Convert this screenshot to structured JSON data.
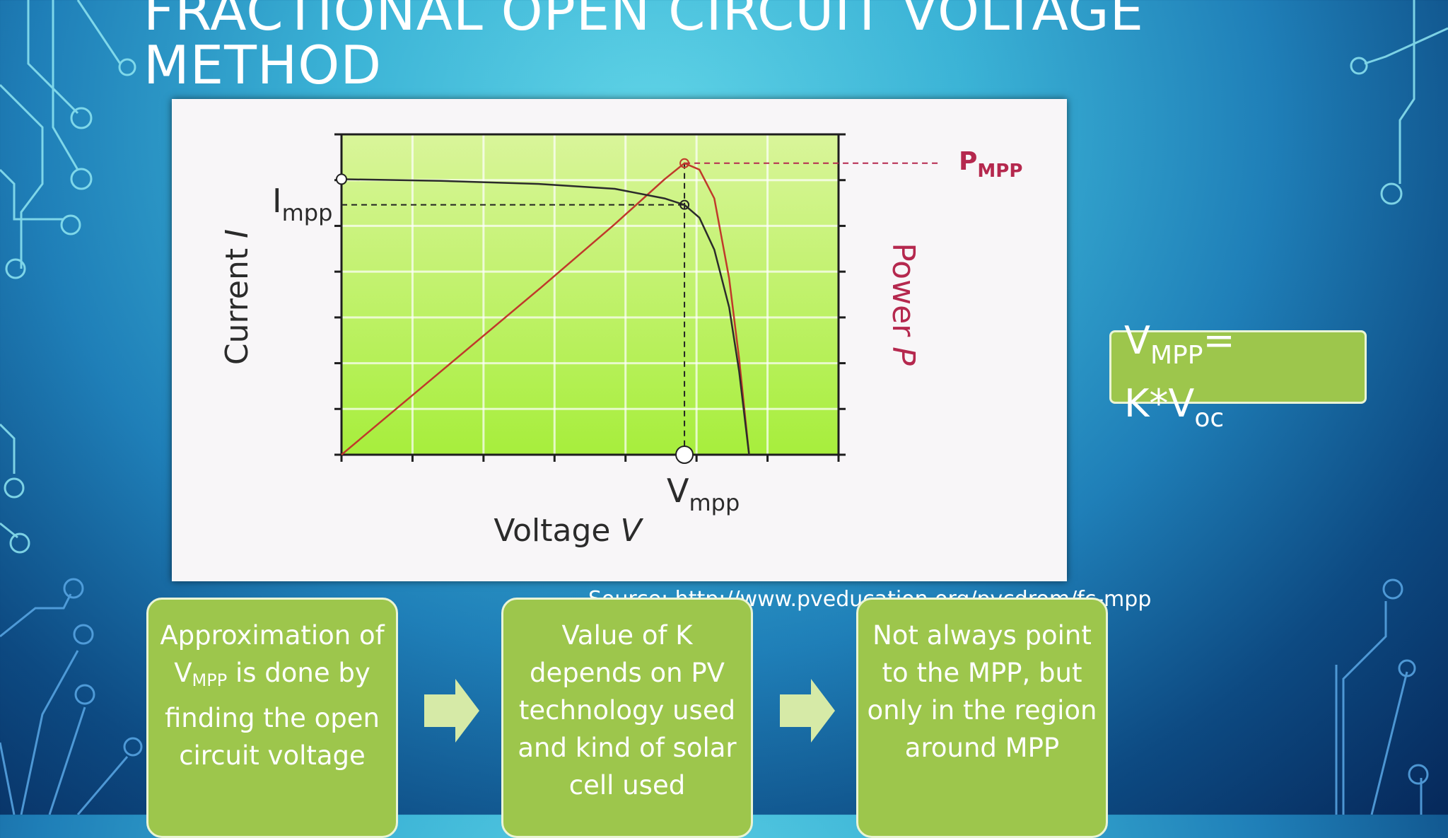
{
  "slide": {
    "title_line1": "Fractional Open Circuit Voltage",
    "title_line2": "Method",
    "source": "Source: http://www.pveducation.org/pvcdrom/fc-mpp"
  },
  "formula": {
    "v": "V",
    "v_sub": "MPP",
    "eq": "=",
    "k": "K*V",
    "k_sub": "oc"
  },
  "cards": [
    {
      "pre": "Approximation of V",
      "sub": "MPP",
      "post": " is done by finding the open circuit voltage"
    },
    {
      "text": "Value of K depends on PV technology used and kind of solar cell used"
    },
    {
      "text": "Not always point to the MPP, but only in the region around MPP"
    }
  ],
  "colors": {
    "card_fill": "#9dc64c",
    "card_border": "#eaf4d6",
    "power_curve": "#c0392b",
    "current_curve": "#2b2b2b",
    "plot_top": "#d9f59a",
    "plot_bottom": "#a7ee3c"
  },
  "chart_data": {
    "type": "line",
    "xlabel_var": "Voltage",
    "xlabel_italic": "V",
    "ylabel_var": "Current",
    "ylabel_italic": "I",
    "y2label_var": "Power",
    "y2label_italic": "P",
    "annotations": {
      "vmpp": "V",
      "vmpp_sub": "mpp",
      "impp": "I",
      "impp_sub": "mpp",
      "pmpp": "P",
      "pmpp_sub": "MPP"
    },
    "xlim": [
      0,
      1
    ],
    "ylim": [
      0,
      1
    ],
    "vmpp_x": 0.69,
    "voc_x": 0.82,
    "isc_y": 0.86,
    "impp_y": 0.78,
    "pmpp_y": 0.91,
    "series": [
      {
        "values": [
          [
            0,
            0.86
          ],
          [
            0.2,
            0.855
          ],
          [
            0.4,
            0.845
          ],
          [
            0.55,
            0.83
          ],
          [
            0.65,
            0.8
          ],
          [
            0.69,
            0.78
          ],
          [
            0.72,
            0.74
          ],
          [
            0.75,
            0.64
          ],
          [
            0.78,
            0.46
          ],
          [
            0.8,
            0.26
          ],
          [
            0.82,
            0
          ]
        ]
      },
      {
        "values": [
          [
            0,
            0
          ],
          [
            0.2,
            0.26
          ],
          [
            0.4,
            0.52
          ],
          [
            0.55,
            0.72
          ],
          [
            0.65,
            0.86
          ],
          [
            0.69,
            0.91
          ],
          [
            0.72,
            0.89
          ],
          [
            0.75,
            0.8
          ],
          [
            0.78,
            0.55
          ],
          [
            0.8,
            0.3
          ],
          [
            0.82,
            0
          ]
        ]
      }
    ]
  }
}
